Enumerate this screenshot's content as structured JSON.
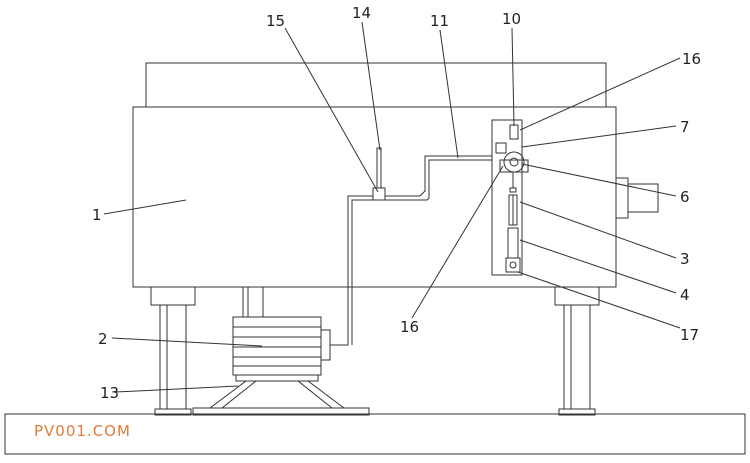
{
  "callouts": [
    "1",
    "2",
    "3",
    "4",
    "6",
    "7",
    "10",
    "11",
    "13",
    "14",
    "15",
    "16",
    "16",
    "17"
  ],
  "watermark": "PV001.COM",
  "colors": {
    "line": "#333333",
    "watermark": "#e07b3a"
  }
}
